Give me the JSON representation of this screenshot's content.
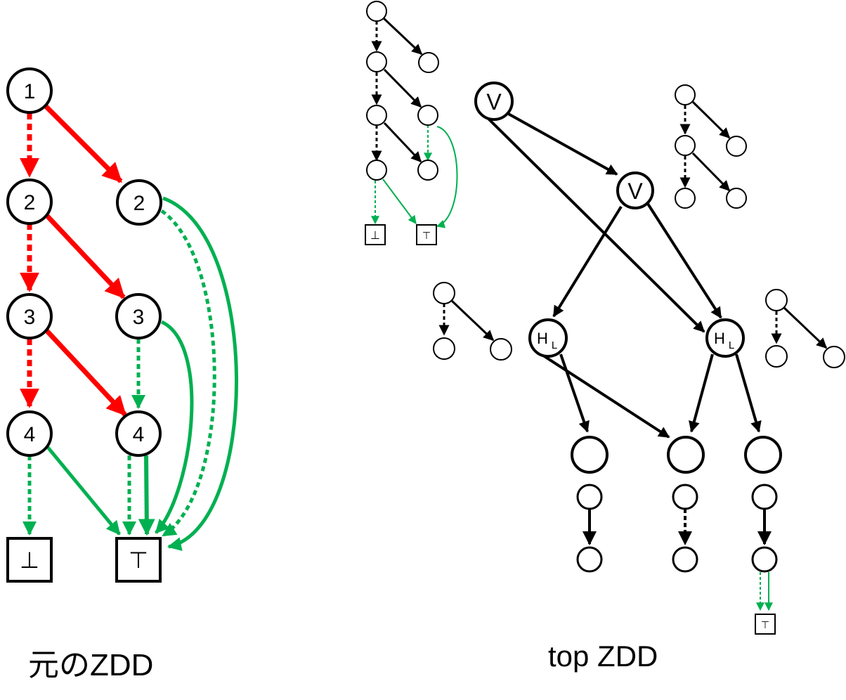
{
  "original_zdd": {
    "caption": "元のZDD",
    "nodes": [
      {
        "id": "o1",
        "label": "1"
      },
      {
        "id": "o2a",
        "label": "2"
      },
      {
        "id": "o2b",
        "label": "2"
      },
      {
        "id": "o3a",
        "label": "3"
      },
      {
        "id": "o3b",
        "label": "3"
      },
      {
        "id": "o4a",
        "label": "4"
      },
      {
        "id": "o4b",
        "label": "4"
      },
      {
        "id": "obot",
        "label": "⊥"
      },
      {
        "id": "otop",
        "label": "⊤"
      }
    ]
  },
  "top_zdd": {
    "caption": "top ZDD",
    "labels": {
      "v1": "V",
      "v2": "V",
      "h1_main": "H",
      "h1_sub": "L",
      "h2_main": "H",
      "h2_sub": "L",
      "small_bottom": "⊥",
      "small_top": "⊤",
      "tail_top": "⊤"
    }
  },
  "colors": {
    "red": "#ff0000",
    "green": "#00b050",
    "black": "#000000"
  }
}
